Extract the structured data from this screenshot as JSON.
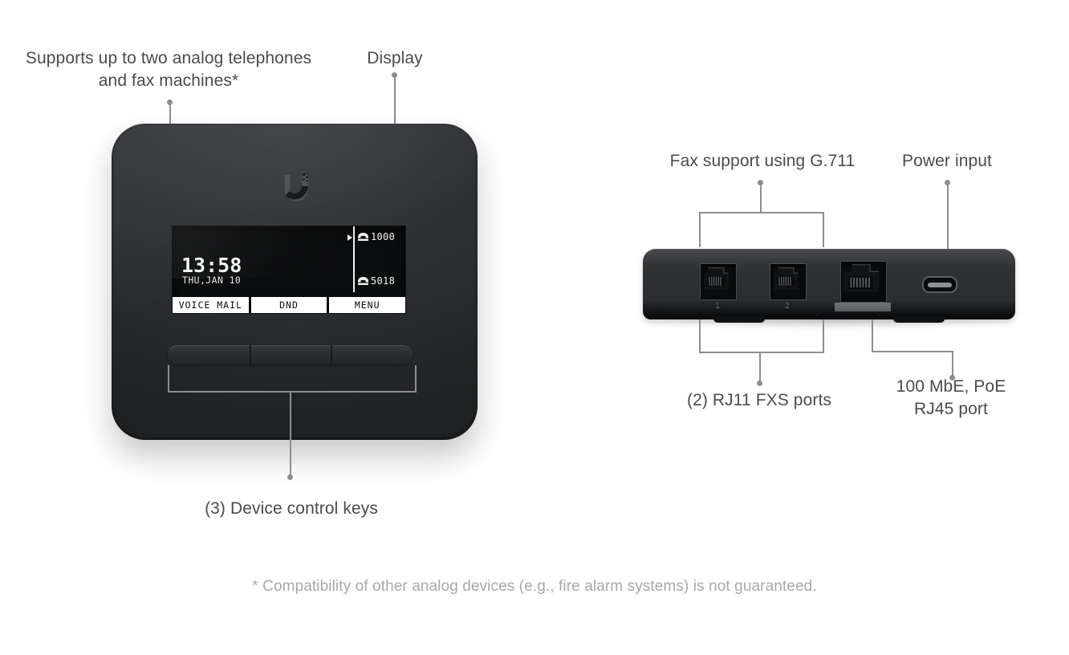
{
  "callouts": {
    "analog_phones": "Supports up to two analog telephones\nand fax machines*",
    "display": "Display",
    "control_keys": "(3) Device control keys",
    "fax_support": "Fax support using G.711",
    "power_input": "Power input",
    "rj11_ports": "(2) RJ11 FXS ports",
    "rj45_port": "100 MbE, PoE\nRJ45 port"
  },
  "footnote": "* Compatibility of other analog devices (e.g., fire alarm systems) is not guaranteed.",
  "front_device": {
    "logo": "ubiquiti-u-logo",
    "lcd": {
      "time": "13:58",
      "date": "THU,JAN 10",
      "extension_primary": "1000",
      "extension_secondary": "5018",
      "softkeys": [
        {
          "label": "VOICE MAIL"
        },
        {
          "label": "DND"
        },
        {
          "label": "MENU"
        }
      ]
    },
    "control_keys": [
      {
        "name": "control-key-left"
      },
      {
        "name": "control-key-middle"
      },
      {
        "name": "control-key-right"
      }
    ]
  },
  "rear_device": {
    "ports": [
      {
        "type": "rj11",
        "label": "1"
      },
      {
        "type": "rj11",
        "label": "2"
      },
      {
        "type": "rj45",
        "label": ""
      },
      {
        "type": "usb-c",
        "label": ""
      }
    ]
  },
  "colors": {
    "text": "#4b4b4b",
    "footnote": "#a8a8a8",
    "leader": "#8e8e8e",
    "device_body": "#2d2f31",
    "lcd_background": "#0b0c0d",
    "lcd_foreground": "#f0f1f1"
  }
}
